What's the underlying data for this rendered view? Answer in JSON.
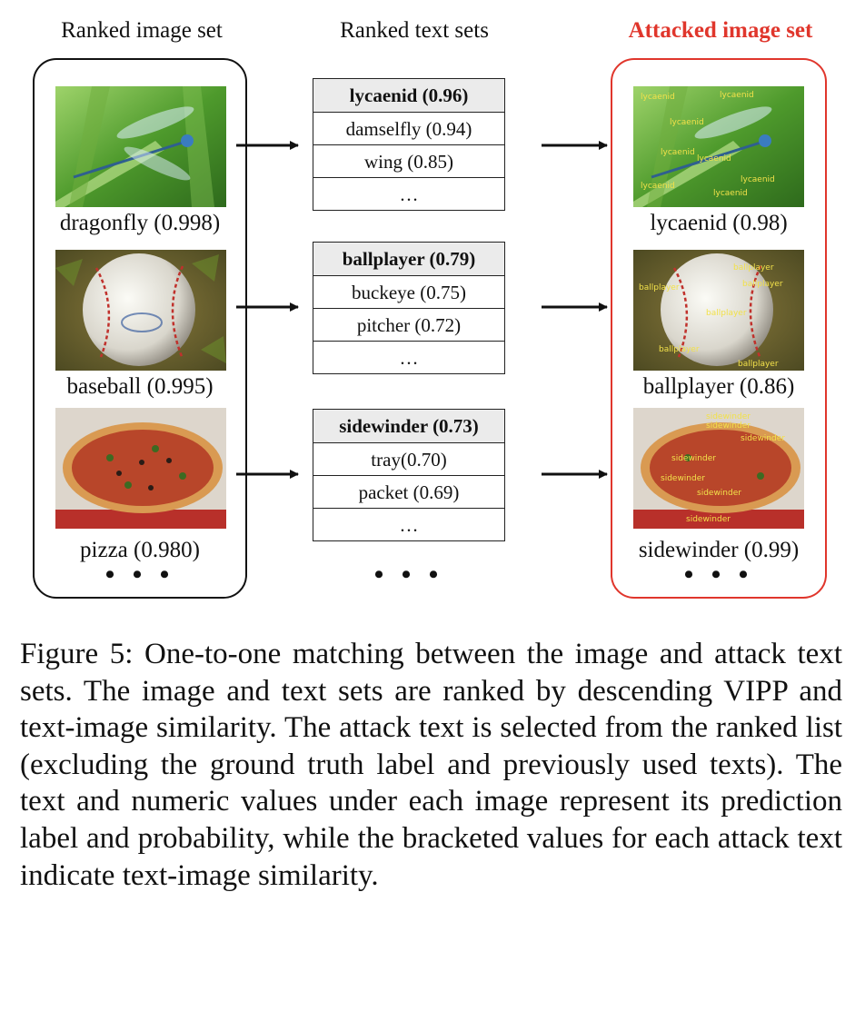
{
  "titles": {
    "ranked_images": "Ranked image set",
    "ranked_texts": "Ranked text sets",
    "attacked_images": "Attacked image set"
  },
  "colors": {
    "attack": "#e0362c",
    "table_header": "#ebebeb"
  },
  "rows": [
    {
      "original_label": "dragonfly (0.998)",
      "texts": [
        "lycaenid (0.96)",
        "damselfly (0.94)",
        "wing (0.85)",
        "…"
      ],
      "attacked_label": "lycaenid (0.98)",
      "overlay_word": "lycaenid"
    },
    {
      "original_label": "baseball (0.995)",
      "texts": [
        "ballplayer (0.79)",
        "buckeye (0.75)",
        "pitcher (0.72)",
        "…"
      ],
      "attacked_label": "ballplayer (0.86)",
      "overlay_word": "ballplayer"
    },
    {
      "original_label": "pizza (0.980)",
      "texts": [
        "sidewinder (0.73)",
        "tray(0.70)",
        "packet (0.69)",
        "…"
      ],
      "attacked_label": "sidewinder (0.99)",
      "overlay_word": "sidewinder"
    }
  ],
  "ellipsis": "• • •",
  "caption": "Figure 5: One-to-one matching between the image and attack text sets. The image and text sets are ranked by descending VIPP and text-image similarity. The attack text is selected from the ranked list (excluding the ground truth label and previously used texts). The text and numeric values under each image represent its prediction label and probability, while the bracketed values for each attack text indicate text-image similarity."
}
